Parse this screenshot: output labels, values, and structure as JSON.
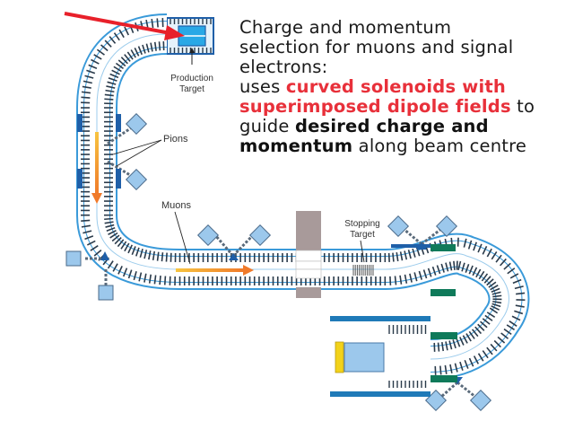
{
  "caption": {
    "line1": "Charge and momentum",
    "line2": "selection for muons and signal",
    "line3": "electrons:",
    "line4_pre": "uses ",
    "line4_red": "curved solenoids with",
    "line5_red": "superimposed dipole fields",
    "line5_post": " to",
    "line6_pre": "guide ",
    "line6_bold": "desired charge and",
    "line7_bold": "momentum",
    "line7_post": " along beam centre"
  },
  "labels": {
    "production_target_1": "Production",
    "production_target_2": "Target",
    "pions": "Pions",
    "muons": "Muons",
    "stopping_target_1": "Stopping",
    "stopping_target_2": "Target"
  },
  "colors": {
    "beam_blue": "#3a9ad9",
    "dark_blue": "#1f5fa8",
    "coil_dark": "#2a3a4a",
    "pion_arrow": "#f2b233",
    "muon_arrow": "#f07a2a",
    "pointer_red": "#e8202a",
    "detector_green": "#0f7a5a",
    "shield_gray": "#a89a9a",
    "calorimeter_yellow": "#f2d21a",
    "highlight_red": "#e8303a"
  },
  "icons": {
    "pointer": "red-arrow-pointer-icon"
  }
}
